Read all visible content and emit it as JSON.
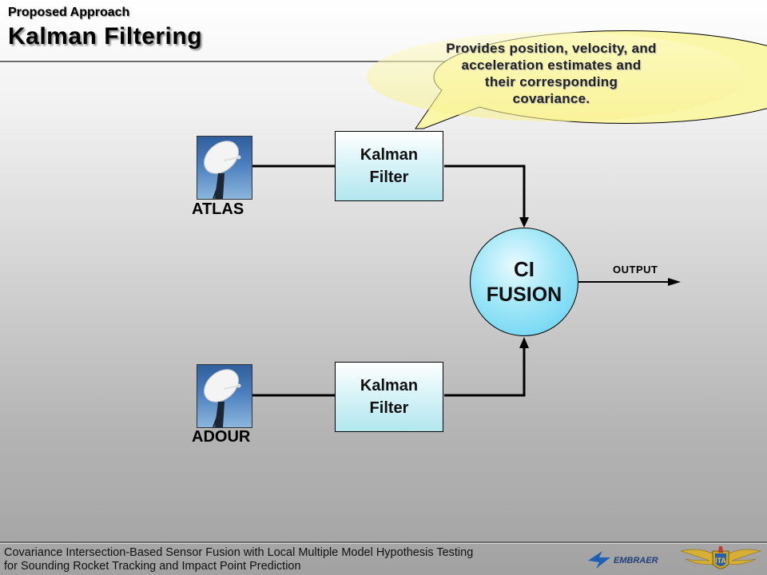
{
  "header": {
    "subtitle": "Proposed Approach",
    "title": "Kalman Filtering"
  },
  "callout": {
    "lines": [
      "Provides position, velocity, and",
      "acceleration estimates and",
      "their corresponding",
      "covariance."
    ],
    "fill_color": "#fbf7a9"
  },
  "diagram": {
    "sensors": [
      {
        "label": "ATLAS",
        "icon": "radar-dish-icon"
      },
      {
        "label": "ADOUR",
        "icon": "radar-dish-icon"
      }
    ],
    "filters": [
      {
        "lines": [
          "Kalman",
          "Filter"
        ]
      },
      {
        "lines": [
          "Kalman",
          "Filter"
        ]
      }
    ],
    "fusion": {
      "lines": [
        "CI",
        "FUSION"
      ],
      "color": "#5ccfef"
    },
    "output_label": "OUTPUT"
  },
  "footer": {
    "lines": [
      "Covariance Intersection-Based Sensor Fusion with Local Multiple Model Hypothesis Testing",
      "for Sounding Rocket Tracking and Impact Point Prediction"
    ]
  },
  "logos": {
    "embraer": {
      "text": "EMBRAER",
      "icon": "embraer-logo-icon"
    },
    "ita": {
      "text": "ITA",
      "icon": "ita-wings-logo-icon"
    }
  }
}
